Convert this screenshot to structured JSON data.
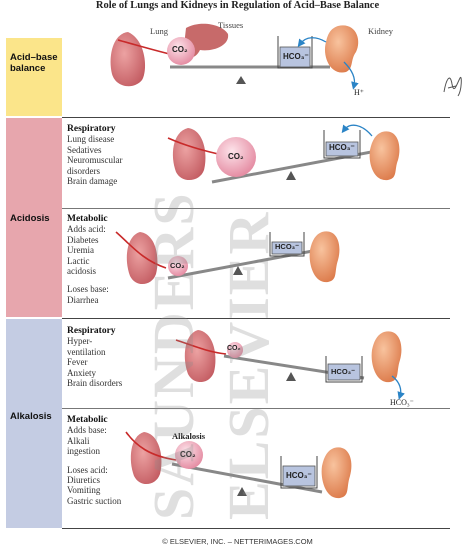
{
  "title": "Role of Lungs and Kidneys in Regulation of Acid–Base Balance",
  "footer": "© ELSEVIER, INC. – NETTERIMAGES.COM",
  "watermark": {
    "line1": "SAUNDERS",
    "line2": "ELSEVIER"
  },
  "signature": "F. Netter",
  "colors": {
    "acid_base_band": "#fbe58a",
    "acidosis_band": "#e7a6ad",
    "alkalosis_band": "#c4cce3",
    "lung": "#d9787c",
    "kidney": "#ec9a67",
    "co2_ball": "#f3b7c4",
    "hco3_box": "#b8c4df",
    "arrow_blue": "#2b84c6",
    "vessel_red": "#c82a2a"
  },
  "bands": {
    "acid_base": "Acid–base balance",
    "acidosis": "Acidosis",
    "alkalosis": "Alkalosis"
  },
  "top": {
    "lung_label": "Lung",
    "tissues_label": "Tissues",
    "kidney_label": "Kidney",
    "co2": "CO₂",
    "hco3": "HCO₃⁻",
    "h_plus": "H⁺"
  },
  "resp_acidosis": {
    "heading": "Respiratory",
    "items": [
      "Lung disease",
      "Sedatives",
      "Neuromuscular",
      "disorders",
      "Brain damage"
    ],
    "co2": "CO₂",
    "hco3": "HCO₃⁻"
  },
  "met_acidosis": {
    "heading": "Metabolic",
    "items": [
      "Adds acid:",
      "Diabetes",
      "Uremia",
      "Lactic",
      "acidosis"
    ],
    "items2": [
      "Loses base:",
      "Diarrhea"
    ],
    "co2": "CO₂",
    "hco3": "HCO₃⁻"
  },
  "resp_alkalosis": {
    "heading": "Respiratory",
    "items": [
      "Hyper-",
      "ventilation",
      "Fever",
      "Anxiety",
      "Brain disorders"
    ],
    "co2": "CO₂",
    "hco3": "HCO₃⁻",
    "hco3_out": "HCO₃⁻"
  },
  "met_alkalosis": {
    "heading": "Metabolic",
    "items": [
      "Adds base:",
      "Alkali",
      "ingestion"
    ],
    "items2": [
      "Loses acid:",
      "Diuretics",
      "Vomiting",
      "Gastric suction"
    ],
    "alkalosis_label": "Alkalosis",
    "co2": "CO₂",
    "hco3": "HCO₃⁻"
  }
}
